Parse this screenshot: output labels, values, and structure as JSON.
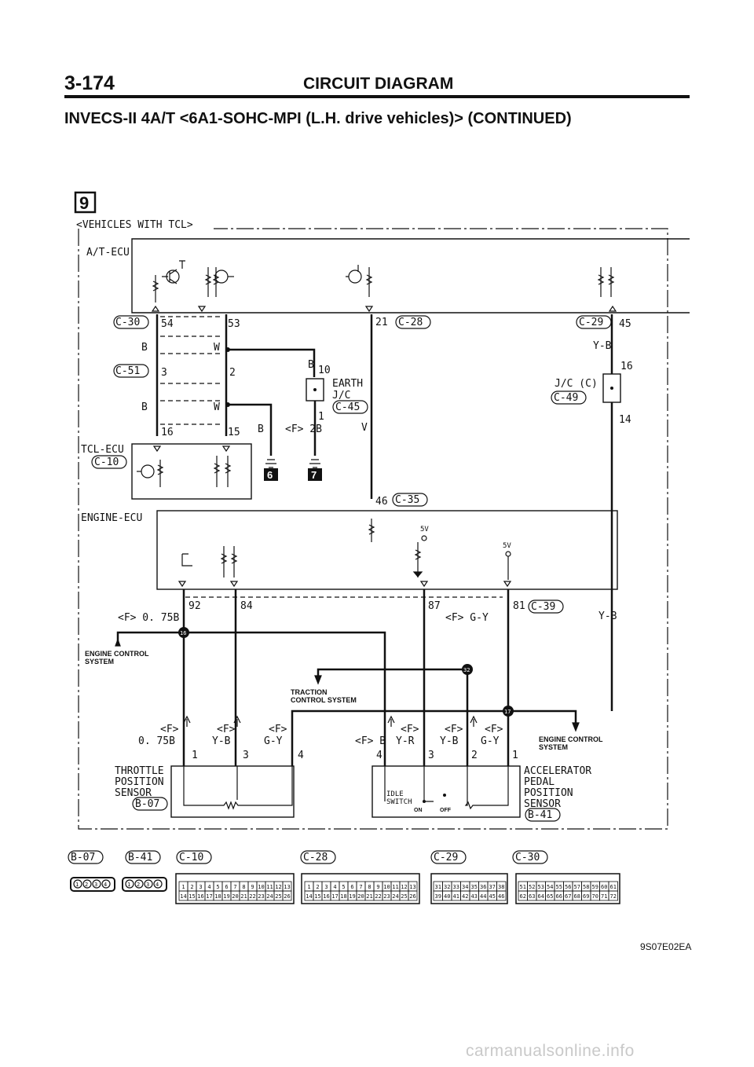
{
  "header": {
    "page_number": "3-174",
    "title": "CIRCUIT DIAGRAM",
    "subtitle": "INVECS-II 4A/T <6A1-SOHC-MPI (L.H. drive vehicles)> (CONTINUED)"
  },
  "diagram": {
    "section_number": "9",
    "section_label": "<VEHICLES WITH TCL>",
    "units": {
      "at_ecu": "A/T-ECU",
      "tcl_ecu": "TCL-ECU",
      "tcl_ecu_conn": "C-10",
      "engine_ecu": "ENGINE-ECU",
      "throttle_sensor": [
        "THROTTLE",
        "POSITION",
        "SENSOR"
      ],
      "throttle_sensor_conn": "B-07",
      "accel_sensor": [
        "ACCELERATOR",
        "PEDAL",
        "POSITION",
        "SENSOR"
      ],
      "accel_sensor_conn": "B-41",
      "idle_switch": [
        "IDLE",
        "SWITCH"
      ],
      "idle_on": "ON",
      "idle_off": "OFF",
      "earth_jc": [
        "EARTH",
        "J/C"
      ],
      "earth_jc_conn": "C-45",
      "jc_c": "J/C (C)",
      "jc_c_conn": "C-49"
    },
    "connectors": {
      "c30": "C-30",
      "c51": "C-51",
      "c28": "C-28",
      "c29": "C-29",
      "c35": "C-35",
      "c39": "C-39"
    },
    "pins": {
      "p54": "54",
      "p53": "53",
      "p3": "3",
      "p2": "2",
      "p16a": "16",
      "p15": "15",
      "p21": "21",
      "p10": "10",
      "p1": "1",
      "p45": "45",
      "p16b": "16",
      "p14": "14",
      "p46": "46",
      "p92": "92",
      "p84": "84",
      "p87": "87",
      "p81": "81",
      "t1": "1",
      "t3": "3",
      "t4": "4",
      "a4": "4",
      "a3": "3",
      "a2": "2",
      "a1": "1"
    },
    "wires": {
      "b1": "B",
      "w1": "W",
      "b2": "B",
      "w2": "W",
      "b3": "B",
      "b_f_2b": "B",
      "f_2b": "<F> 2B",
      "v": "V",
      "yb_top": "Y-B",
      "yb_right": "Y-B",
      "f_075b": "<F> 0. 75B",
      "f_gy": "<F> G-Y",
      "s1_f": "<F>",
      "s1_075b": "0. 75B",
      "s2_f": "<F>",
      "s2_yb": "Y-B",
      "s3_f": "<F>",
      "s3_gy": "G-Y",
      "s4_fb": "<F> B",
      "s5_f": "<F>",
      "s5_yr": "Y-R",
      "s6_f": "<F>",
      "s6_yb": "Y-B",
      "s7_f": "<F>",
      "s7_gy": "G-Y"
    },
    "voltages": {
      "v5a": "5V",
      "v5b": "5V"
    },
    "references": {
      "engine_control_1": [
        "ENGINE CONTROL",
        "SYSTEM"
      ],
      "traction_control": [
        "TRACTION",
        "CONTROL SYSTEM"
      ],
      "engine_control_2": [
        "ENGINE CONTROL",
        "SYSTEM"
      ]
    },
    "splices": {
      "s16": "16",
      "s32": "32",
      "s17": "17"
    },
    "ground_refs": {
      "g6": "6",
      "g7": "7"
    }
  },
  "connector_views": {
    "b07": {
      "label": "B-07",
      "pins": [
        "1",
        "2",
        "3",
        "4"
      ]
    },
    "b41": {
      "label": "B-41",
      "pins": [
        "1",
        "2",
        "3",
        "4"
      ]
    },
    "c10": {
      "label": "C-10",
      "row1": [
        "1",
        "2",
        "3",
        "4",
        "5",
        "6",
        "7",
        "8",
        "9",
        "10",
        "11",
        "12",
        "13"
      ],
      "row2": [
        "14",
        "15",
        "16",
        "17",
        "18",
        "19",
        "20",
        "21",
        "22",
        "23",
        "24",
        "25",
        "26"
      ]
    },
    "c28": {
      "label": "C-28",
      "row1": [
        "1",
        "2",
        "3",
        "4",
        "5",
        "6",
        "7",
        "8",
        "9",
        "10",
        "11",
        "12",
        "13"
      ],
      "row2": [
        "14",
        "15",
        "16",
        "17",
        "18",
        "19",
        "20",
        "21",
        "22",
        "23",
        "24",
        "25",
        "26"
      ]
    },
    "c29": {
      "label": "C-29",
      "row1": [
        "31",
        "32",
        "33",
        "34",
        "35",
        "36",
        "37",
        "38"
      ],
      "row2": [
        "39",
        "40",
        "41",
        "42",
        "43",
        "44",
        "45",
        "46"
      ]
    },
    "c30": {
      "label": "C-30",
      "row1": [
        "51",
        "52",
        "53",
        "54",
        "55",
        "56",
        "57",
        "58",
        "59",
        "60",
        "61"
      ],
      "row2": [
        "62",
        "63",
        "64",
        "65",
        "66",
        "67",
        "68",
        "69",
        "70",
        "71",
        "72"
      ]
    }
  },
  "footer": {
    "figure_code": "9S07E02EA",
    "watermark": "carmanualsonline.info"
  }
}
